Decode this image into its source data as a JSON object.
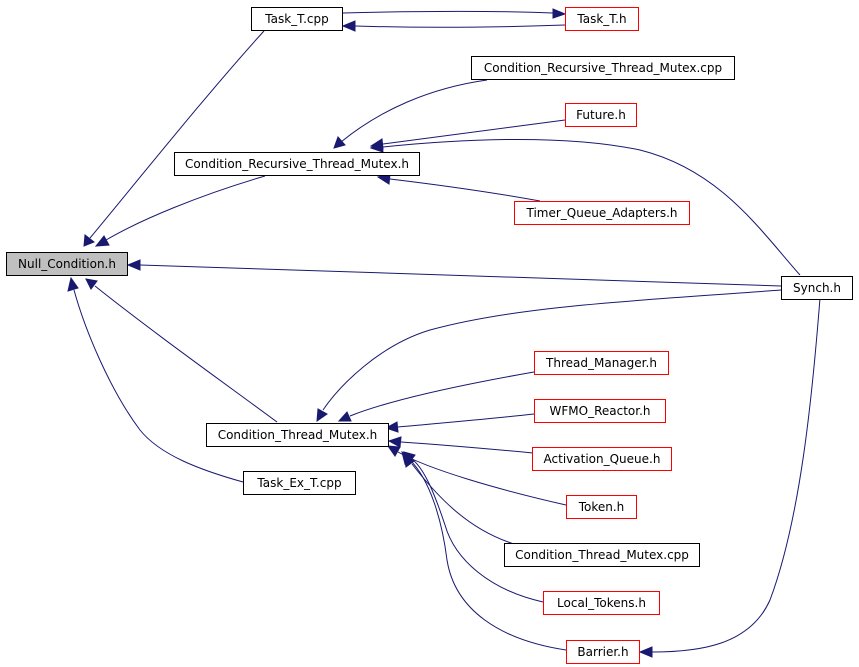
{
  "graph": {
    "edge_color": "#191970",
    "root_fill": "#bfbfbf",
    "red_border": "#ff0000",
    "nodes": {
      "null_condition_h": "Null_Condition.h",
      "task_t_cpp": "Task_T.cpp",
      "task_t_h": "Task_T.h",
      "cond_rec_mutex_cpp": "Condition_Recursive_Thread_Mutex.cpp",
      "future_h": "Future.h",
      "cond_rec_mutex_h": "Condition_Recursive_Thread_Mutex.h",
      "timer_queue_adapters_h": "Timer_Queue_Adapters.h",
      "synch_h": "Synch.h",
      "thread_manager_h": "Thread_Manager.h",
      "wfmo_reactor_h": "WFMO_Reactor.h",
      "cond_thread_mutex_h": "Condition_Thread_Mutex.h",
      "activation_queue_h": "Activation_Queue.h",
      "task_ex_t_cpp": "Task_Ex_T.cpp",
      "token_h": "Token.h",
      "cond_thread_mutex_cpp": "Condition_Thread_Mutex.cpp",
      "local_tokens_h": "Local_Tokens.h",
      "barrier_h": "Barrier.h"
    }
  }
}
